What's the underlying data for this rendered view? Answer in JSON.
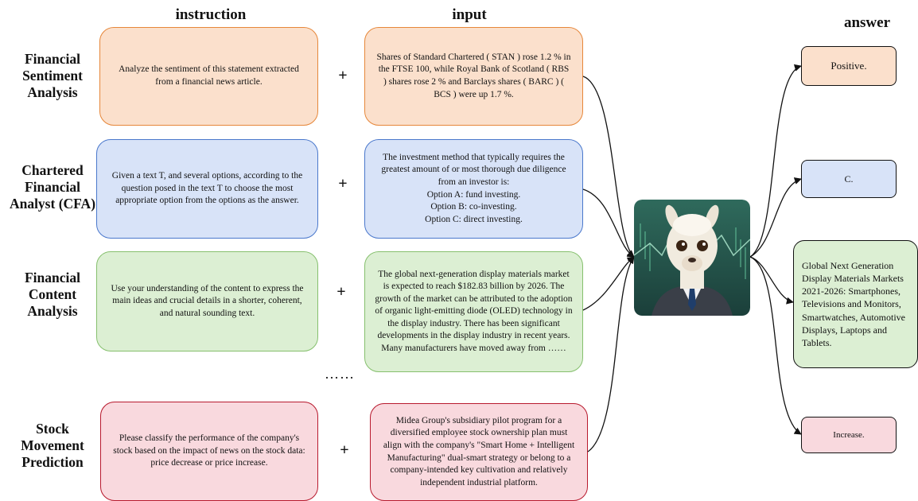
{
  "headers": {
    "instruction": "instruction",
    "input": "input",
    "answer": "answer"
  },
  "tasks": [
    {
      "name": "Financial\nSentiment\nAnalysis",
      "instruction": "Analyze the sentiment of this statement extracted from a financial news article.",
      "input": "Shares of Standard Chartered ( STAN ) rose 1.2 % in the FTSE 100, while Royal Bank of Scotland ( RBS\n) shares rose 2 % and Barclays shares ( BARC ) ( BCS ) were up 1.7 %.",
      "answer": "Positive."
    },
    {
      "name": "Chartered\nFinancial\nAnalyst (CFA)",
      "instruction": "Given a text T, and several options, according to the question posed in the text T to choose the most appropriate option from the options as the answer.",
      "input": "The investment method that typically requires the greatest amount of or most thorough due diligence from an investor is:\nOption A: fund investing.\nOption B: co-investing.\nOption C: direct investing.",
      "answer": "C."
    },
    {
      "name": "Financial\nContent\nAnalysis",
      "instruction": "Use your understanding of the content to express the main ideas and crucial details in a shorter, coherent, and natural sounding text.",
      "input": "The global next-generation display materials market is expected to reach $182.83 billion by 2026. The growth of the market can be attributed to the adoption of organic light-emitting diode (OLED) technology in the display industry. There has been significant developments in the display industry in recent years. Many manufacturers have moved away from ……",
      "answer": "Global Next Generation Display Materials Markets 2021-2026: Smartphones, Televisions and Monitors, Smartwatches, Automotive Displays, Laptops and Tablets."
    },
    {
      "name": "Stock\nMovement\nPrediction",
      "instruction": "Please classify the performance of the company's stock based on the impact of news on the stock data: price decrease or price increase.",
      "input": "Midea Group's subsidiary pilot program for a diversified employee stock ownership plan must align with the company's \"Smart Home + Intelligent Manufacturing\" dual-smart strategy or belong to a company-intended key cultivation and relatively independent industrial platform.",
      "answer": "Increase."
    }
  ],
  "plus": "+",
  "ellipsis": "……",
  "model_icon": "llama-in-suit-icon",
  "colors": {
    "orange_fill": "#fbe0cc",
    "orange_border": "#e6873a",
    "blue_fill": "#d8e3f8",
    "blue_border": "#4a78cc",
    "green_fill": "#dcefd3",
    "green_border": "#86c06e",
    "red_fill": "#f9d9de",
    "red_border": "#b81a2e"
  }
}
